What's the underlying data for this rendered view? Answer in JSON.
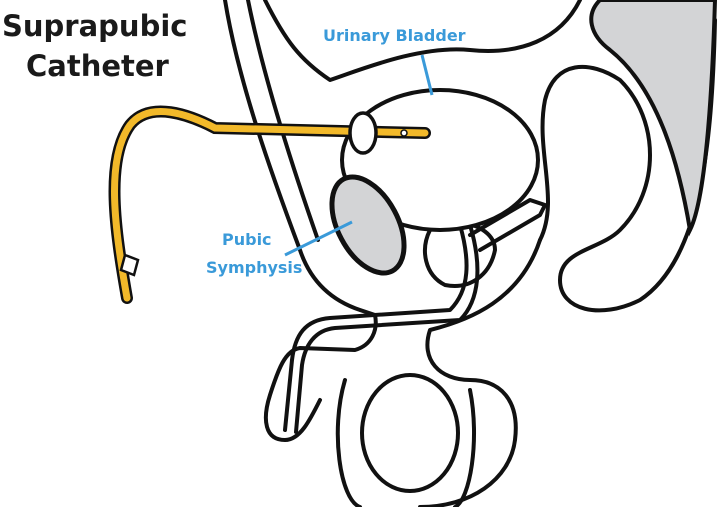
{
  "title": {
    "line1": "Suprapubic",
    "line2": "Catheter"
  },
  "labels": {
    "bladder": "Urinary Bladder",
    "pubic_line1": "Pubic",
    "pubic_line2": "Symphysis"
  },
  "colors": {
    "catheter": "#f2b92a",
    "label": "#3a9ad9",
    "bone": "#d3d4d6",
    "outline": "#111111"
  }
}
